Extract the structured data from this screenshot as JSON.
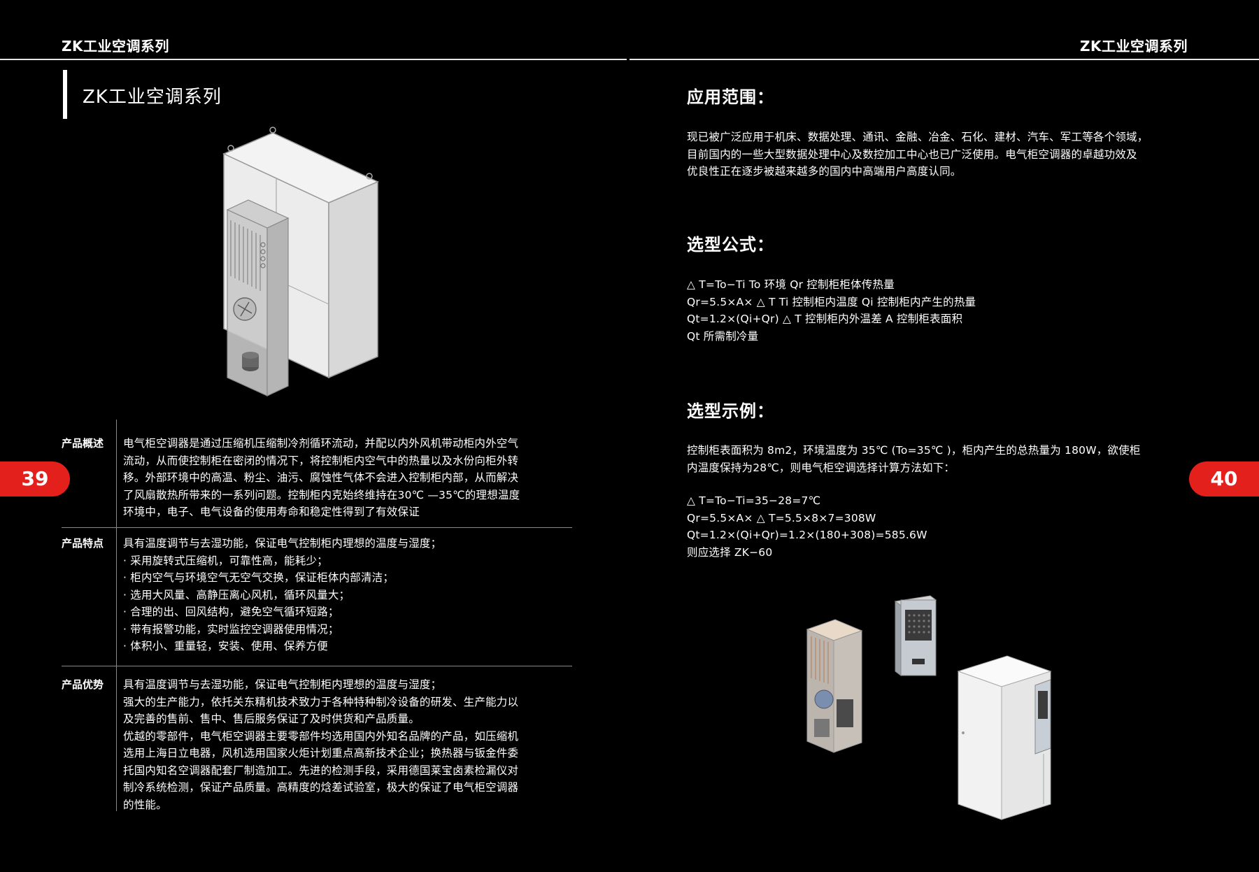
{
  "header": {
    "left_title": "ZK工业空调系列",
    "right_title": "ZK工业空调系列"
  },
  "left_page": {
    "section_title": "ZK工业空调系列",
    "page_number": "39",
    "overview": {
      "label": "产品概述",
      "lines": [
        "电气柜空调器是通过压缩机压缩制冷剂循环流动，并配以内外风机带动柜内外空气",
        "流动，从而使控制柜在密闭的情况下，将控制柜内空气中的热量以及水份向柜外转",
        "移。外部环境中的高温、粉尘、油污、腐蚀性气体不会进入控制柜内部，从而解决",
        "了风扇散热所带来的一系列问题。控制柜内克始终维持在30℃ —35℃的理想温度",
        "环境中，电子、电气设备的使用寿命和稳定性得到了有效保证"
      ]
    },
    "features": {
      "label": "产品特点",
      "lines": [
        "具有温度调节与去湿功能，保证电气控制柜内理想的温度与湿度；",
        "· 采用旋转式压缩机，可靠性高，能耗少；",
        "· 柜内空气与环境空气无空气交换，保证柜体内部清洁；",
        "· 选用大风量、高静压离心风机，循环风量大；",
        "· 合理的出、回风结构，避免空气循环短路；",
        "· 带有报警功能，实时监控空调器使用情况；",
        "· 体积小、重量轻，安装、使用、保养方便"
      ]
    },
    "advantages": {
      "label": "产品优势",
      "lines": [
        "具有温度调节与去湿功能，保证电气控制柜内理想的温度与湿度；",
        "强大的生产能力，依托关东精机技术致力于各种特种制冷设备的研发、生产能力以",
        "及完善的售前、售中、售后服务保证了及时供货和产品质量。",
        "优越的零部件，电气柜空调器主要零部件均选用国内外知名品牌的产品，如压缩机",
        "选用上海日立电器，风机选用国家火炬计划重点高新技术企业；换热器与钣金件委",
        "托国内知名空调器配套厂制造加工。先进的检测手段，采用德国莱宝卤素检漏仪对",
        "制冷系统检测，保证产品质量。高精度的焓差试验室，极大的保证了电气柜空调器",
        "的性能。"
      ]
    }
  },
  "right_page": {
    "page_number": "40",
    "application": {
      "heading": "应用范围：",
      "lines": [
        "现已被广泛应用于机床、数据处理、通讯、金融、冶金、石化、建材、汽车、军工等各个领域，",
        "目前国内的一些大型数据处理中心及数控加工中心也已广泛使用。电气柜空调器的卓越功效及",
        "优良性正在逐步被越来越多的国内中高端用户高度认同。"
      ]
    },
    "formula": {
      "heading": "选型公式：",
      "lines": [
        "△ T=To−Ti To 环境 Qr 控制柜柜体传热量",
        "Qr=5.5×A× △ T Ti 控制柜内温度 Qi 控制柜内产生的热量",
        "Qt=1.2×(Qi+Qr) △ T 控制柜内外温差 A 控制柜表面积",
        "Qt 所需制冷量"
      ]
    },
    "example": {
      "heading": "选型示例：",
      "intro_lines": [
        "控制柜表面积为 8m2，环境温度为 35℃ (To=35℃ )，柜内产生的总热量为 180W，欲使柜",
        "内温度保持为28℃，则电气柜空调选择计算方法如下："
      ],
      "calc_lines": [
        "△ T=To−Ti=35−28=7℃",
        "Qr=5.5×A× △ T=5.5×8×7=308W",
        "Qt=1.2×(Qi+Qr)=1.2×(180+308)=585.6W",
        "则应选择 ZK−60"
      ]
    }
  },
  "colors": {
    "background": "#000000",
    "accent_red": "#e3201b",
    "text": "#ffffff",
    "divider": "#8a8a8a"
  },
  "icons": {
    "cabinet_illustration": "cabinet-ac-illustration",
    "product_group_illustration": "ac-units-illustration"
  }
}
